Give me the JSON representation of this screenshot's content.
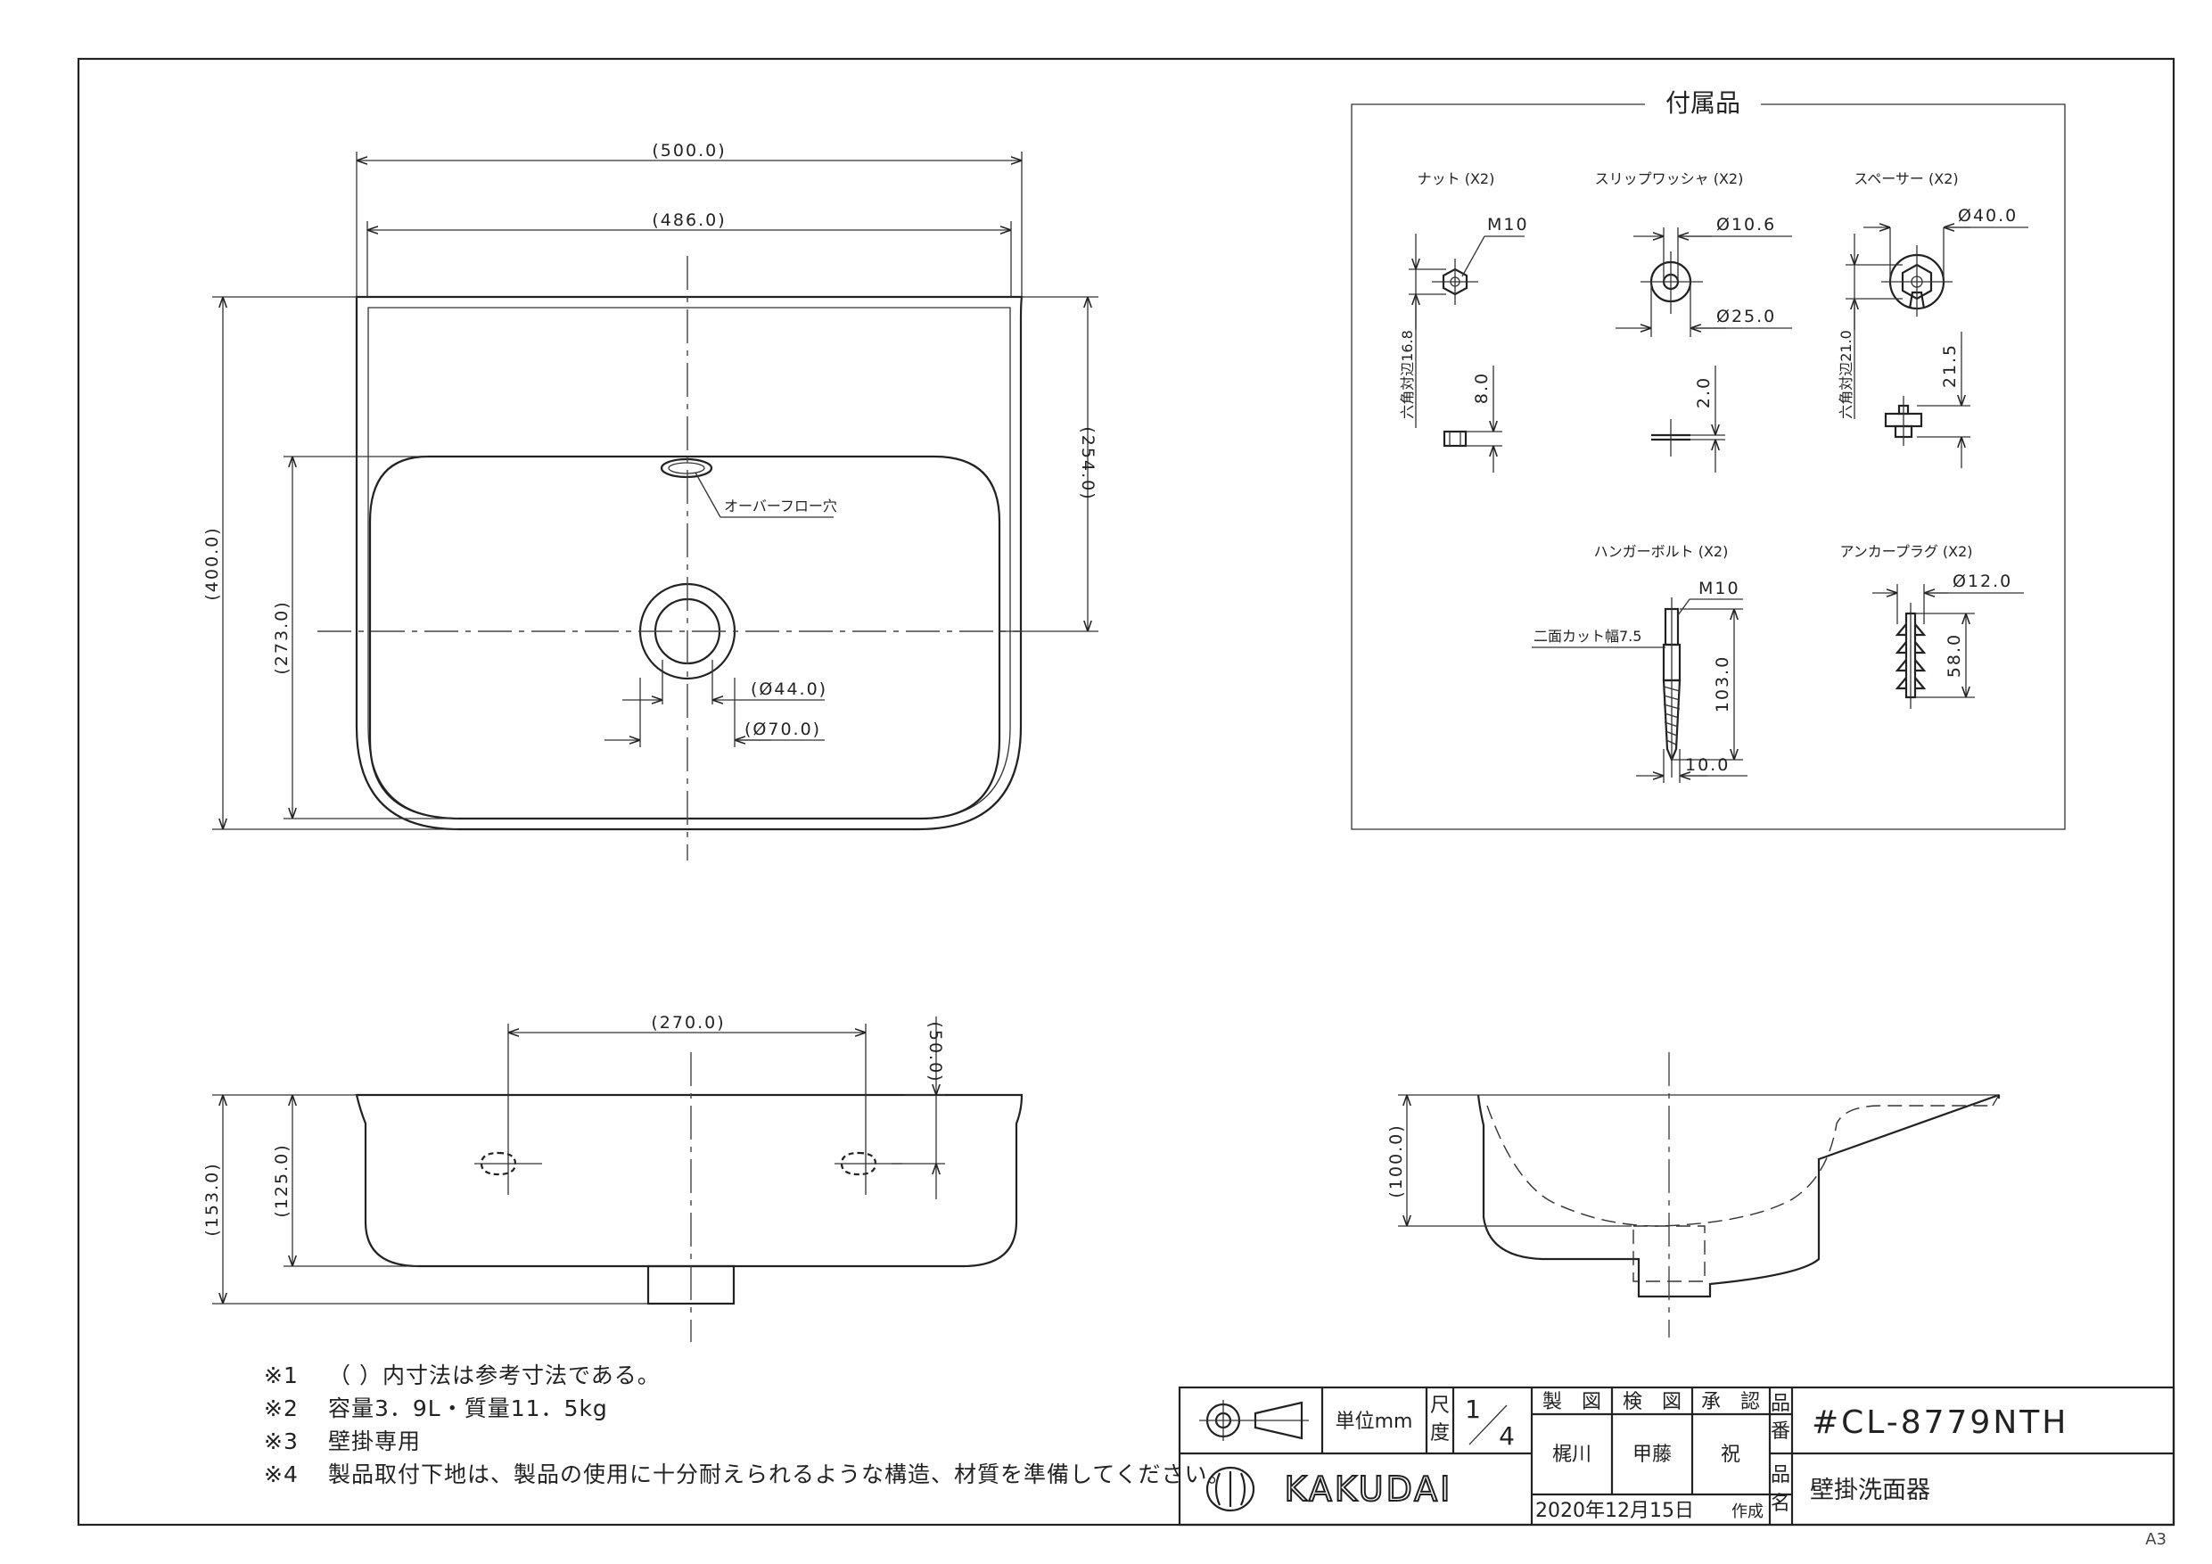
{
  "top_view": {
    "width_outer": "(500.0)",
    "width_inner": "(486.0)",
    "depth_total": "(400.0)",
    "depth_bowl": "(273.0)",
    "drain_offset": "(254.0)",
    "drain_dia_inner": "(Ø44.0)",
    "drain_dia_outer": "(Ø70.0)",
    "overflow_label": "オーバーフロー穴"
  },
  "front_view": {
    "hole_spacing": "(270.0)",
    "hole_height": "(50.0)",
    "height_total": "(153.0)",
    "height_body": "(125.0)"
  },
  "side_view": {
    "height_bowl": "(100.0)"
  },
  "accessories": {
    "title": "付属品",
    "nut": {
      "name": "ナット (X2)",
      "thread": "M10",
      "hex": "六角対辺16.8",
      "thickness": "8.0"
    },
    "washer": {
      "name": "スリップワッシャ (X2)",
      "inner": "Ø10.6",
      "outer": "Ø25.0",
      "thickness": "2.0"
    },
    "spacer": {
      "name": "スペーサー (X2)",
      "dia": "Ø40.0",
      "hex": "六角対辺21.0",
      "height": "21.5"
    },
    "bolt": {
      "name": "ハンガーボルト (X2)",
      "thread": "M10",
      "cut": "二面カット幅7.5",
      "length": "103.0",
      "dia": "10.0"
    },
    "plug": {
      "name": "アンカープラグ (X2)",
      "dia": "Ø12.0",
      "length": "58.0"
    }
  },
  "notes": [
    {
      "mark": "※1",
      "text": "（ ）内寸法は参考寸法である。"
    },
    {
      "mark": "※2",
      "text": "容量3．9L・質量11．5kg"
    },
    {
      "mark": "※3",
      "text": "壁掛専用"
    },
    {
      "mark": "※4",
      "text": "製品取付下地は、製品の使用に十分耐えられるような構造、材質を準備してください。"
    }
  ],
  "title_block": {
    "unit": "単位mm",
    "scale_label_1": "尺",
    "scale_label_2": "度",
    "scale_num": "1",
    "scale_den": "4",
    "drawn_h": "製　図",
    "checked_h": "検　図",
    "approved_h": "承　認",
    "drawn_by": "梶川",
    "checked_by": "甲藤",
    "approved_by": "祝",
    "date": "2020年12月15日",
    "created": "作成",
    "part_no_label_1": "品",
    "part_no_label_2": "番",
    "part_no": "#CL-8779NTH",
    "part_name_label_1": "品",
    "part_name_label_2": "名",
    "part_name": "壁掛洗面器",
    "logo": "KAKUDAI"
  },
  "paper_size": "A3"
}
